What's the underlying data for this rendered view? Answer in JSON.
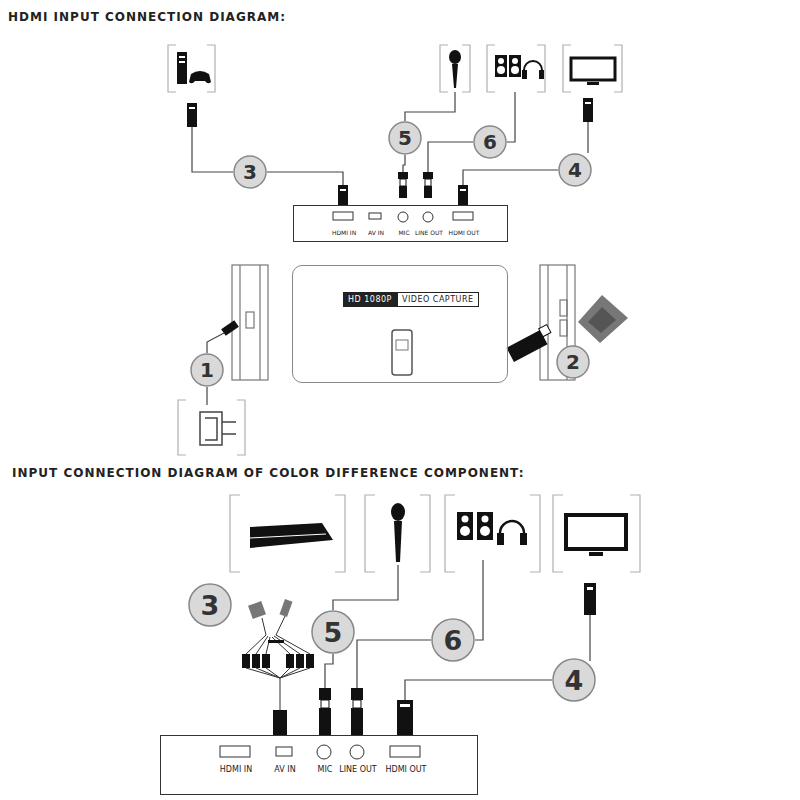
{
  "diagram": {
    "title": "HDMI INPUT CONNECTION DIAGRAM:",
    "nodes": [
      {
        "text": [
          "5"
        ]
      },
      {
        "text": [
          "6"
        ]
      },
      {
        "text": [
          "3"
        ]
      },
      {
        "text": [
          "4"
        ]
      },
      {
        "text": [
          "HDMI IN",
          "AV IN",
          "MIC",
          "LINE OUT",
          "HDMI OUT"
        ]
      },
      {
        "text": [
          "HD 1080P",
          "VIDEO CAPTURE"
        ]
      },
      {
        "text": [
          "1"
        ]
      },
      {
        "text": [
          "2"
        ]
      },
      {
        "text": [
          "3"
        ]
      },
      {
        "text": [
          "5"
        ]
      },
      {
        "text": [
          "6"
        ]
      },
      {
        "text": [
          "4"
        ]
      },
      {
        "text": [
          "HDMI IN",
          "AV IN",
          "MIC",
          "LINE OUT",
          "HDMI OUT"
        ]
      }
    ],
    "labels": [
      "INPUT CONNECTION DIAGRAM OF COLOR DIFFERENCE COMPONENT:"
    ]
  }
}
